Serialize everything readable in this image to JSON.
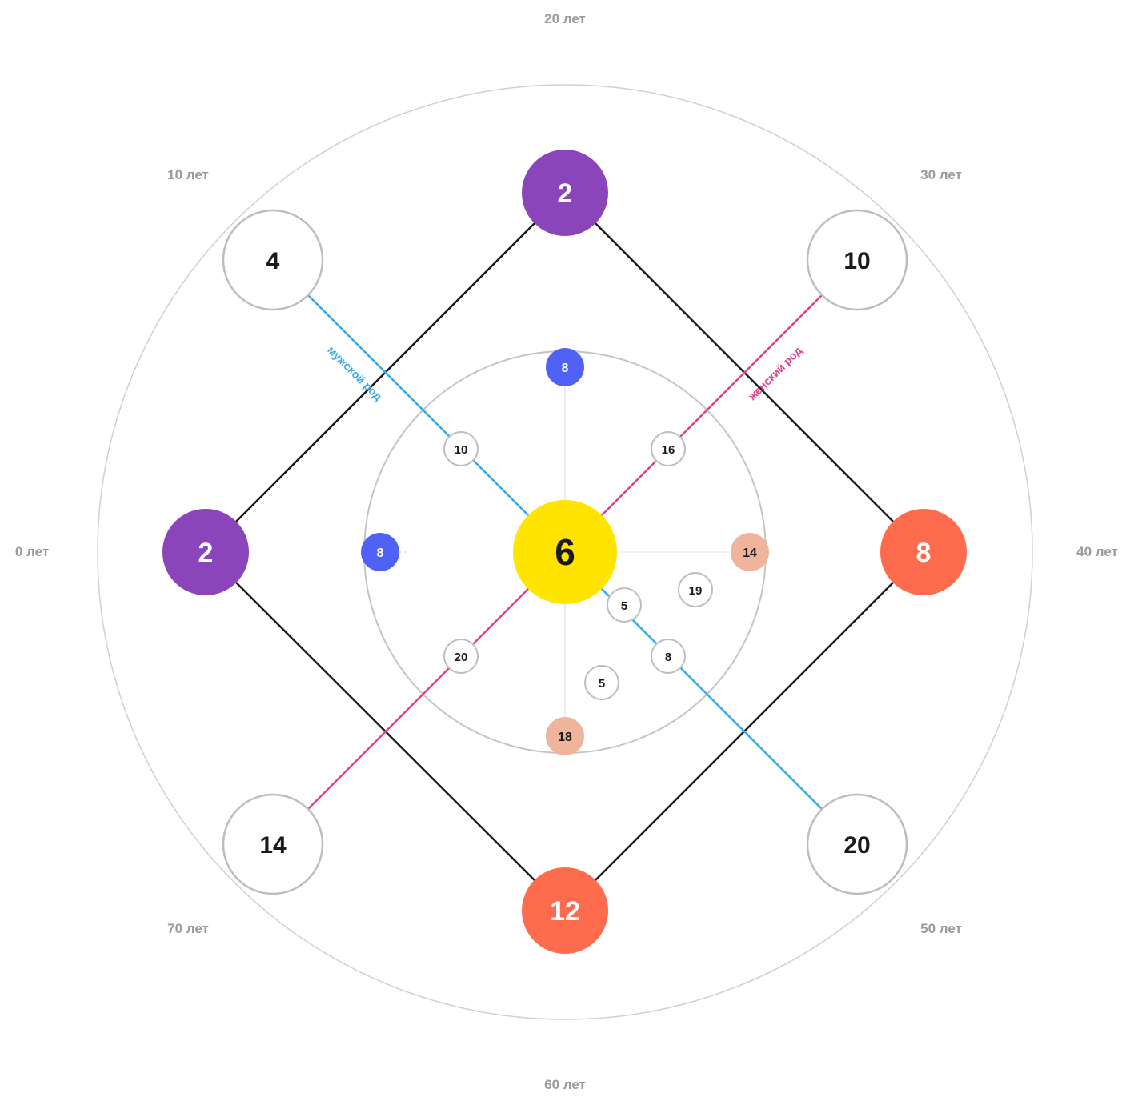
{
  "age_labels": {
    "a0": "0 лет",
    "a10": "10 лет",
    "a20": "20 лет",
    "a30": "30 лет",
    "a40": "40 лет",
    "a50": "50 лет",
    "a60": "60 лет",
    "a70": "70 лет"
  },
  "lines": {
    "male_label": "мужской род",
    "female_label": "женский род"
  },
  "colors": {
    "purple": "#8a45bb",
    "orange": "#ff6b4d",
    "yellow": "#ffe400",
    "blue": "#4f62f5",
    "peach": "#f0b39b",
    "male_line": "#3aa7e8",
    "female_line": "#e0408e",
    "square": "#1a1a1a",
    "ring": "#cccccc"
  },
  "nodes": {
    "center": "6",
    "top": "2",
    "left": "2",
    "right": "8",
    "bottom": "12",
    "top_left": "4",
    "top_right": "10",
    "bottom_left": "14",
    "bottom_right": "20",
    "inner_top": "8",
    "inner_left": "8",
    "inner_right": "14",
    "inner_bottom": "18",
    "male_upper": "10",
    "female_upper": "16",
    "female_lower": "20",
    "male_lower_near": "5",
    "male_lower_far": "8",
    "extra_right": "19",
    "extra_bottom": "5"
  }
}
